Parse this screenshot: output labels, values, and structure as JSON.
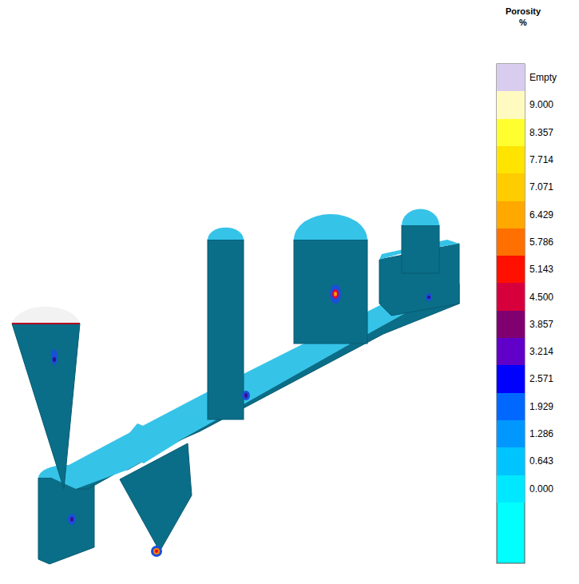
{
  "diagram": {
    "labels": [
      "Porosity",
      "%"
    ],
    "legend": [
      {
        "text": "Empty",
        "color": "#d8cdee"
      },
      {
        "text": "9.000",
        "color": "#fffbc0"
      },
      {
        "text": "8.357",
        "color": "#ffff30"
      },
      {
        "text": "7.714",
        "color": "#ffe400"
      },
      {
        "text": "7.071",
        "color": "#ffcc00"
      },
      {
        "text": "6.429",
        "color": "#ffa800"
      },
      {
        "text": "5.786",
        "color": "#ff7000"
      },
      {
        "text": "5.143",
        "color": "#ff1000"
      },
      {
        "text": "4.500",
        "color": "#d8003c"
      },
      {
        "text": "3.857",
        "color": "#800070"
      },
      {
        "text": "3.214",
        "color": "#6000c8"
      },
      {
        "text": "2.571",
        "color": "#0000ff"
      },
      {
        "text": "1.929",
        "color": "#0068ff"
      },
      {
        "text": "1.286",
        "color": "#0098ff"
      },
      {
        "text": "0.643",
        "color": "#00c4ff"
      },
      {
        "text": "0.000",
        "color": "#00e8ff"
      }
    ]
  }
}
